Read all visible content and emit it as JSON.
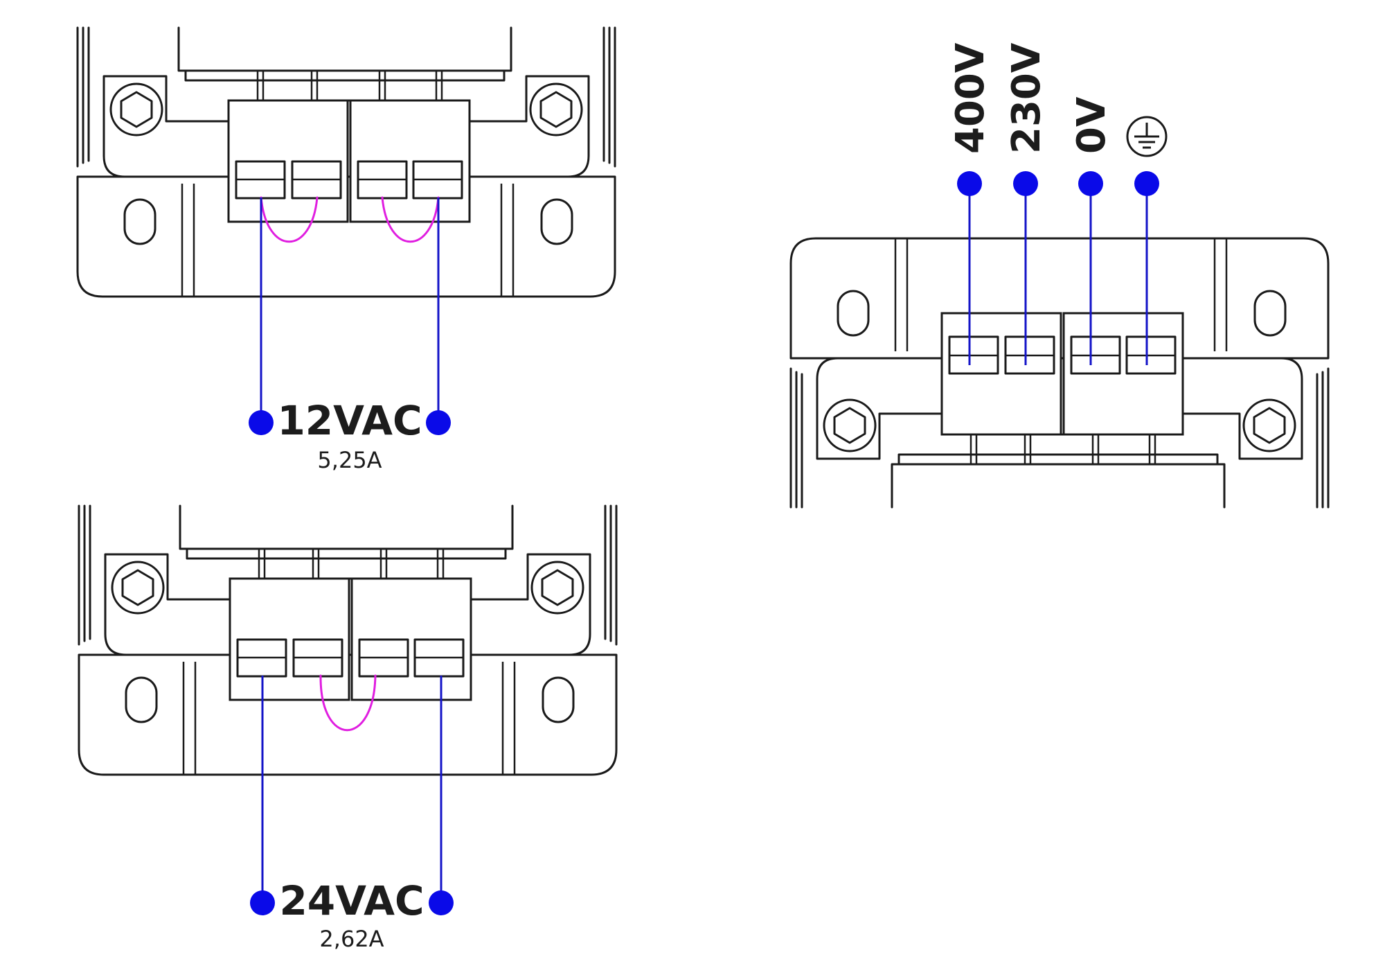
{
  "outputs": [
    {
      "voltage": "12VAC",
      "current": "5,25A"
    },
    {
      "voltage": "24VAC",
      "current": "2,62A"
    }
  ],
  "inputs": {
    "terminals": [
      "400V",
      "230V",
      "0V"
    ],
    "ground_symbol": "ground-icon"
  },
  "colors": {
    "wire": "#1414c8",
    "terminal_dot": "#0a0ae8",
    "jumper": "#e01ee0",
    "outline": "#1a1a1a"
  }
}
